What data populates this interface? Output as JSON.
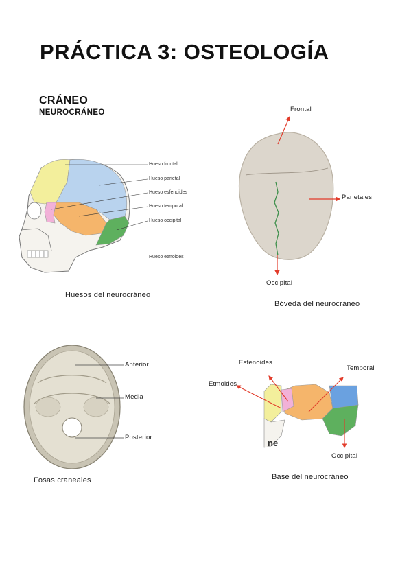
{
  "page_title": "PRÁCTICA 3: OSTEOLOGÍA",
  "section_title": "CRÁNEO",
  "subsection_title": "NEUROCRÁNEO",
  "fig1": {
    "caption": "Huesos del neurocráneo",
    "labels": {
      "frontal": "Hueso frontal",
      "parietal": "Hueso parietal",
      "esfenoides": "Hueso esfenoides",
      "temporal": "Hueso temporal",
      "occipital": "Hueso occipital",
      "etmoides": "Hueso etmoides"
    }
  },
  "fig2": {
    "caption": "Bóveda del neurocráneo",
    "labels": {
      "frontal": "Frontal",
      "parietales": "Parietales",
      "occipital": "Occipital"
    }
  },
  "fig3": {
    "caption": "Fosas craneales",
    "labels": {
      "anterior": "Anterior",
      "media": "Media",
      "posterior": "Posterior"
    }
  },
  "fig4": {
    "caption": "Base del neurocráneo",
    "labels": {
      "esfenoides": "Esfenoides",
      "temporal": "Temporal",
      "etmoides": "Etmoides",
      "occipital": "Occipital",
      "fragment": "ne"
    }
  },
  "colors": {
    "frontal": "#f3ef9c",
    "parietal": "#b9d3ee",
    "temporal": "#f5b56b",
    "esfenoides": "#f2b1d8",
    "occipital": "#5eb05e",
    "arrow": "#e23b2a"
  }
}
